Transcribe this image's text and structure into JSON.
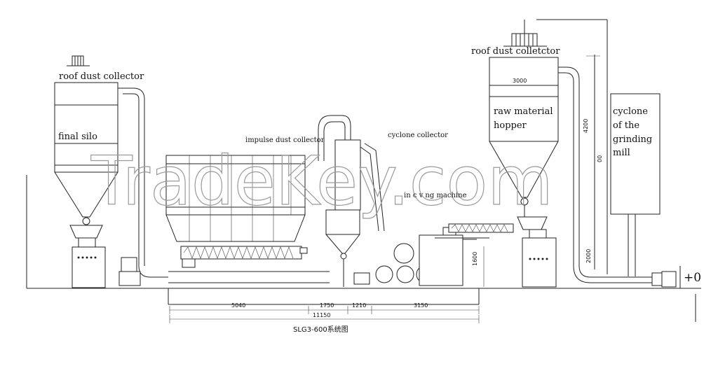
{
  "labels": {
    "roof_dust_collector_left": "roof dust collector",
    "final_silo": "final silo",
    "impulse_dust_collector": "impulse dust collector",
    "cyclone_collector": "cyclone collector",
    "machine_partial": "in c  v  ng machine",
    "roof_dust_collector_right": "roof dust colletctor",
    "raw_material_line1": "raw material",
    "raw_material_line2": "hopper",
    "cyclone_grinding_line1": "cyclone",
    "cyclone_grinding_line2": "of the",
    "cyclone_grinding_line3": "grinding",
    "cyclone_grinding_line4": "mill",
    "plus_zero": "+0"
  },
  "dimensions": {
    "d_3000": "3000",
    "d_4200": "4200",
    "d_00": "00",
    "d_1600": "1600",
    "d_2000": "2000",
    "d_5040": "5040",
    "d_1750": "1750",
    "d_1210": "1210",
    "d_3150": "3150",
    "d_11150": "11150"
  },
  "caption": "SLG3-600系统图",
  "watermark": "TradeKey.com"
}
